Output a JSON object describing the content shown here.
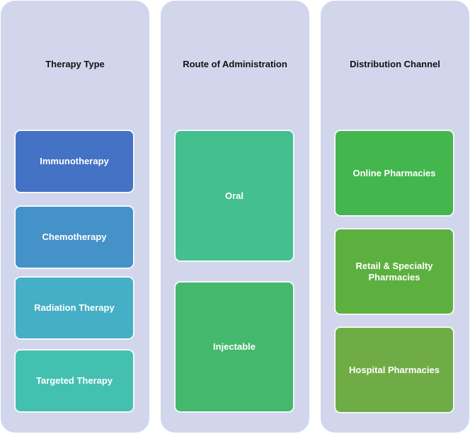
{
  "columns": [
    {
      "title": "Therapy Type",
      "items": [
        {
          "label": "Immunotherapy",
          "color": "#4472c4"
        },
        {
          "label": "Chemotherapy",
          "color": "#4492c8"
        },
        {
          "label": "Radiation Therapy",
          "color": "#44afc6"
        },
        {
          "label": "Targeted Therapy",
          "color": "#44c0b0"
        }
      ]
    },
    {
      "title": "Route of Administration",
      "items": [
        {
          "label": "Oral",
          "color": "#44bf8e"
        },
        {
          "label": "Injectable",
          "color": "#44b86c"
        }
      ]
    },
    {
      "title": "Distribution Channel",
      "items": [
        {
          "label": "Online Pharmacies",
          "color": "#44b64e"
        },
        {
          "label": "Retail & Specialty Pharmacies",
          "color": "#5cb040"
        },
        {
          "label": "Hospital Pharmacies",
          "color": "#70ac46"
        }
      ]
    }
  ],
  "background_color": "#d2d6ec"
}
